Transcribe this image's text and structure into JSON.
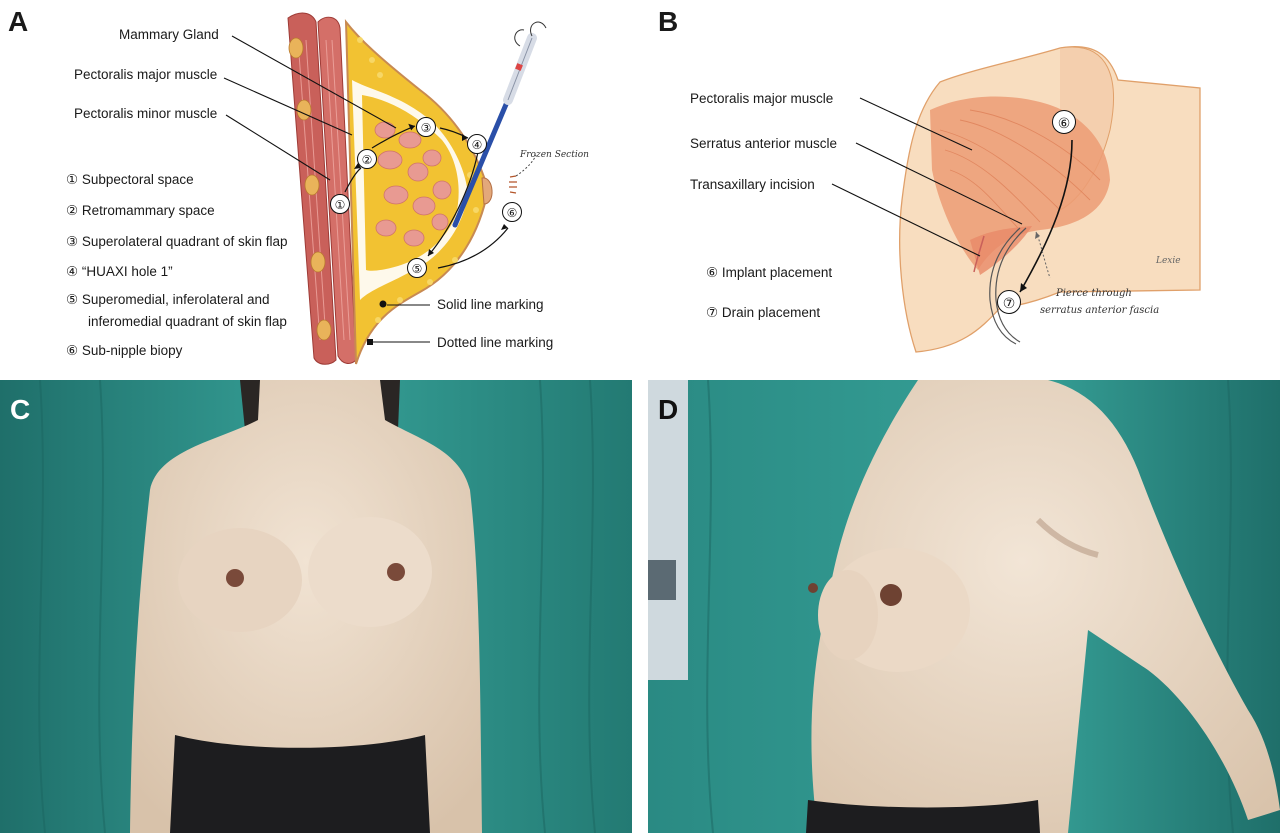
{
  "panels": {
    "a": {
      "letter": "A",
      "labels": {
        "mammary_gland": "Mammary Gland",
        "pec_major": "Pectoralis major muscle",
        "pec_minor": "Pectoralis minor muscle",
        "solid_line": "Solid line marking",
        "dotted_line": "Dotted line marking",
        "frozen_section": "Frozen Section"
      },
      "markers": [
        "①",
        "②",
        "③",
        "④",
        "⑤",
        "⑥"
      ],
      "legend": [
        "① Subpectoral space",
        "② Retromammary space",
        "③ Superolateral quadrant of skin flap",
        "④ “HUAXI hole 1”",
        "⑤ Superomedial, inferolateral and",
        "inferomedial quadrant of skin flap",
        "⑥ Sub-nipple biopy"
      ]
    },
    "b": {
      "letter": "B",
      "labels": {
        "pec_major": "Pectoralis major muscle",
        "serratus": "Serratus anterior muscle",
        "incision": "Transaxillary incision",
        "pierce_1": "Pierce through",
        "pierce_2": "serratus anterior fascia",
        "signature": "Lexie"
      },
      "markers": [
        "⑥",
        "⑦"
      ],
      "legend": [
        "⑥ Implant placement",
        "⑦ Drain placement"
      ]
    },
    "c": {
      "letter": "C"
    },
    "d": {
      "letter": "D"
    }
  },
  "colors": {
    "muscle": "#c9605a",
    "fat": "#f2c232",
    "gland": "#e89a92",
    "skin": "#f6d4b6",
    "drape": "#2f8f88",
    "photo_skin": "#e9d9c7"
  }
}
